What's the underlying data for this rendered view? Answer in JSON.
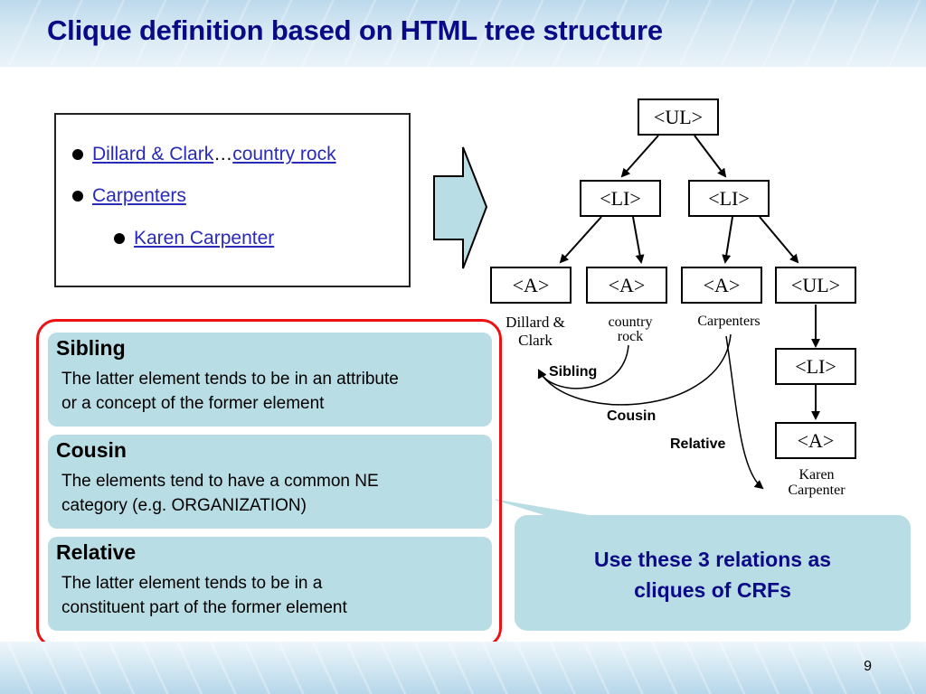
{
  "slide": {
    "title": "Clique definition based on HTML tree structure",
    "page_number": "9"
  },
  "example_list": {
    "item1_link1": "Dillard & Clark",
    "item1_separator": "…",
    "item1_link2": "country rock",
    "item2_link": "Carpenters",
    "item3_link": "Karen Carpenter"
  },
  "tree": {
    "root": "<UL>",
    "li_left": "<LI>",
    "li_right": "<LI>",
    "a1": "<A>",
    "a2": "<A>",
    "a3": "<A>",
    "ul_inner": "<UL>",
    "li_inner": "<LI>",
    "a_inner": "<A>",
    "leaf_a1_line1": "Dillard &",
    "leaf_a1_line2": "Clark",
    "leaf_a2_line1": "country",
    "leaf_a2_line2": "rock",
    "leaf_a3": "Carpenters",
    "leaf_inner_line1": "Karen",
    "leaf_inner_line2": "Carpenter",
    "label_sibling": "Sibling",
    "label_cousin": "Cousin",
    "label_relative": "Relative"
  },
  "relations": [
    {
      "title": "Sibling",
      "desc_line1": "The latter element tends to be in an attribute",
      "desc_line2": "or a concept of the former element"
    },
    {
      "title": "Cousin",
      "desc_line1": "The elements tend to have a common NE",
      "desc_line2": "category (e.g. ORGANIZATION)"
    },
    {
      "title": "Relative",
      "desc_line1": "The latter element tends to be in a",
      "desc_line2": "constituent part of the former element"
    }
  ],
  "callout": {
    "line1": "Use these 3 relations as",
    "line2": "cliques of CRFs"
  },
  "colors": {
    "title": "#0a0a86",
    "link": "#2a2ab8",
    "card": "#b9dde4",
    "frame": "#ee1111"
  }
}
